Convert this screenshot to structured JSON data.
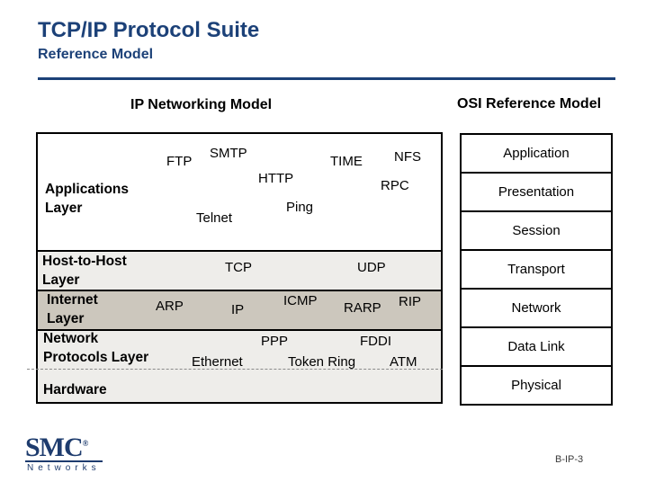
{
  "slide": {
    "title": "TCP/IP Protocol Suite",
    "subtitle": "Reference Model",
    "page_number": "B-IP-3"
  },
  "headers": {
    "ip": "IP Networking Model",
    "osi": "OSI Reference Model"
  },
  "ip_model": {
    "layers": [
      {
        "label": "Applications\nLayer",
        "protocols": [
          "FTP",
          "SMTP",
          "TIME",
          "NFS",
          "HTTP",
          "RPC",
          "Ping",
          "Telnet"
        ]
      },
      {
        "label": "Host-to-Host\nLayer",
        "protocols": [
          "TCP",
          "UDP"
        ]
      },
      {
        "label": "Internet\nLayer",
        "protocols": [
          "ARP",
          "IP",
          "ICMP",
          "RARP",
          "RIP"
        ]
      },
      {
        "label": "Network\nProtocols Layer",
        "protocols": [
          "PPP",
          "FDDI",
          "Ethernet",
          "Token Ring",
          "ATM"
        ]
      },
      {
        "label": "Hardware",
        "protocols": []
      }
    ]
  },
  "osi_model": {
    "layers": [
      "Application",
      "Presentation",
      "Session",
      "Transport",
      "Network",
      "Data Link",
      "Physical"
    ]
  },
  "logo": {
    "brand": "SMC",
    "registered": "®",
    "tagline": "Networks"
  },
  "colors": {
    "accent": "#1c4178",
    "layer_light": "#eeedea",
    "layer_tan": "#ccc7bd"
  }
}
